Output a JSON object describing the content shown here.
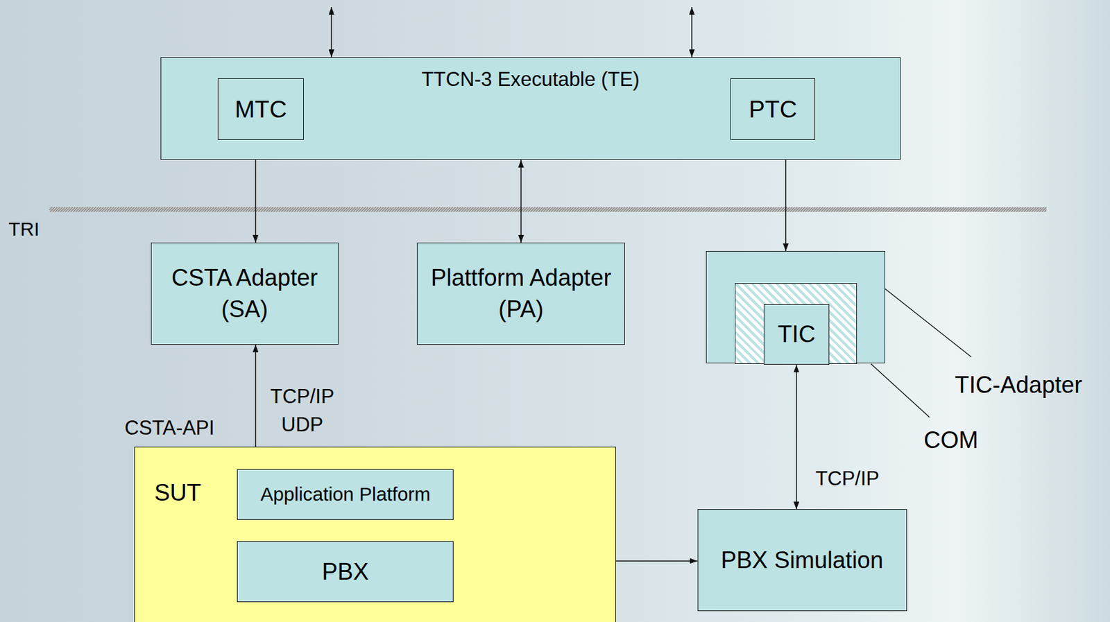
{
  "diagram": {
    "nodes": [
      {
        "text": [
          "TTCN-3 Executable (TE)"
        ]
      },
      {
        "text": [
          "MTC"
        ],
        "in": 0
      },
      {
        "text": [
          "PTC"
        ],
        "in": 0
      },
      {
        "text": [
          "CSTA Adapter (SA)"
        ]
      },
      {
        "text": [
          "Plattform Adapter (PA)"
        ]
      },
      {
        "text": [
          "TIC-Adapter"
        ]
      },
      {
        "text": [
          "COM"
        ],
        "in": 5
      },
      {
        "text": [
          "TIC"
        ],
        "in": 6
      },
      {
        "text": [
          "SUT"
        ]
      },
      {
        "text": [
          "Application Platform"
        ],
        "in": 8
      },
      {
        "text": [
          "PBX"
        ],
        "in": 8
      },
      {
        "text": [
          "PBX Simulation"
        ]
      }
    ],
    "edges": [
      {
        "from": 1,
        "to": 2,
        "arrow": "both"
      },
      {
        "from": 1,
        "to": 3,
        "arrow": "both"
      },
      {
        "from": 0,
        "to": 4,
        "arrow": "both"
      },
      {
        "from": 2,
        "to": 5,
        "arrow": "both"
      },
      {
        "from": 3,
        "to": 9,
        "label": "TCP/IP UDP",
        "arrow": "both"
      },
      {
        "from": 9,
        "to": 10,
        "arrow": "none"
      },
      {
        "from": 7,
        "to": 11,
        "label": "TCP/IP",
        "arrow": "both"
      },
      {
        "from": 10,
        "to": 11,
        "arrow": "both"
      }
    ],
    "labels": [
      "TRI",
      "CSTA-API"
    ]
  }
}
